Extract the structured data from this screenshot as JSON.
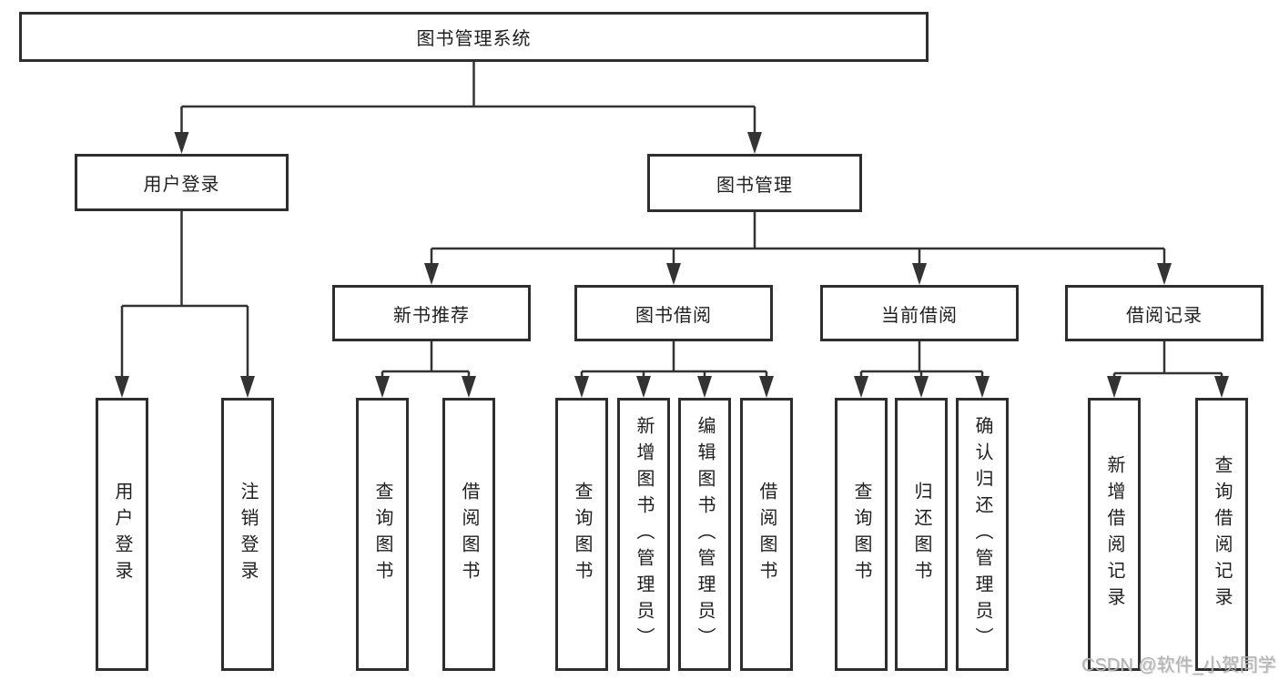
{
  "diagram": {
    "root": {
      "label": "图书管理系统"
    },
    "level2": [
      {
        "id": "user-login",
        "label": "用户登录"
      },
      {
        "id": "book-management",
        "label": "图书管理"
      }
    ],
    "level3": [
      {
        "id": "new-book-recommend",
        "label": "新书推荐"
      },
      {
        "id": "book-borrow",
        "label": "图书借阅"
      },
      {
        "id": "current-borrow",
        "label": "当前借阅"
      },
      {
        "id": "borrow-records",
        "label": "借阅记录"
      }
    ],
    "leaves": [
      {
        "parent": "用户登录",
        "label": "用户登录"
      },
      {
        "parent": "用户登录",
        "label": "注销登录"
      },
      {
        "parent": "新书推荐",
        "label": "查询图书"
      },
      {
        "parent": "新书推荐",
        "label": "借阅图书"
      },
      {
        "parent": "图书借阅",
        "label": "查询图书"
      },
      {
        "parent": "图书借阅",
        "label": "新增图书（管理员）"
      },
      {
        "parent": "图书借阅",
        "label": "编辑图书（管理员）"
      },
      {
        "parent": "图书借阅",
        "label": "借阅图书"
      },
      {
        "parent": "当前借阅",
        "label": "查询图书"
      },
      {
        "parent": "当前借阅",
        "label": "归还图书"
      },
      {
        "parent": "当前借阅",
        "label": "确认归还（管理员）"
      },
      {
        "parent": "借阅记录",
        "label": "新增借阅记录"
      },
      {
        "parent": "借阅记录",
        "label": "查询借阅记录"
      }
    ]
  },
  "watermark": {
    "text": "CSDN @软件_小贺同学"
  },
  "colors": {
    "line": "#333333",
    "border": "#2e2e2e",
    "text": "#1f1f1f",
    "background": "#ffffff",
    "watermark": "#b3b3b3"
  }
}
